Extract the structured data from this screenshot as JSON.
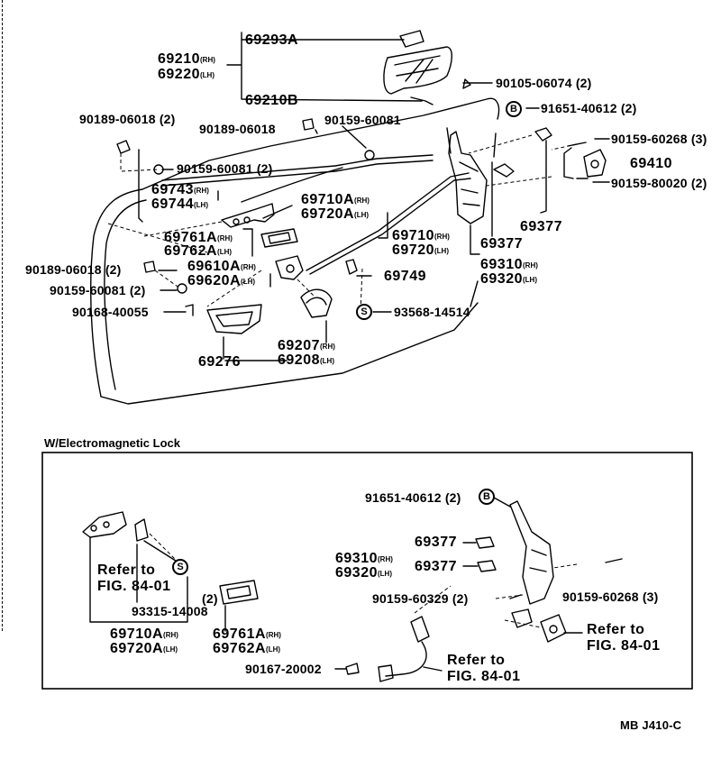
{
  "callouts": {
    "c69210": [
      "69210",
      "(RH)"
    ],
    "c69220": [
      "69220",
      "(LH)"
    ],
    "c69293A": "69293A",
    "c69210B": "69210B",
    "c90105": "90105-06074 (2)",
    "c90189a": "90189-06018 (2)",
    "c90189b": "90189-06018",
    "c90159a": "90159-60081",
    "c91651a": "91651-40612 (2)",
    "c90159b": "90159-60268 (3)",
    "c69410": "69410",
    "c90159c": "90159-80020 (2)",
    "c90159d": "90159-60081 (2)",
    "c69743": [
      "69743",
      "(RH)"
    ],
    "c69744": [
      "69744",
      "(LH)"
    ],
    "c69710Aa": [
      "69710A",
      "(RH)"
    ],
    "c69720Aa": [
      "69720A",
      "(LH)"
    ],
    "c69710a": [
      "69710",
      "(RH)"
    ],
    "c69720a": [
      "69720",
      "(LH)"
    ],
    "c69761Aa": [
      "69761A",
      "(RH)"
    ],
    "c69762Aa": [
      "69762A",
      "(LH)"
    ],
    "c69377a": "69377",
    "c69377b": "69377",
    "c90189c": "90189-06018 (2)",
    "c69610A": [
      "69610A",
      "(RH)"
    ],
    "c69620A": [
      "69620A",
      "(LH)"
    ],
    "c69749": "69749",
    "c69310a": [
      "69310",
      "(RH)"
    ],
    "c69320a": [
      "69320",
      "(LH)"
    ],
    "c90159e": "90159-60081 (2)",
    "c90168": "90168-40055",
    "c93568": "93568-14514",
    "c69207": [
      "69207",
      "(RH)"
    ],
    "c69208": [
      "69208",
      "(LH)"
    ],
    "c69276": "69276",
    "c91651b": "91651-40612 (2)",
    "c69377c": "69377",
    "c69377d": "69377",
    "c69310b": [
      "69310",
      "(RH)"
    ],
    "c69320b": [
      "69320",
      "(LH)"
    ],
    "c90159f": "90159-60329 (2)",
    "c90159g": "90159-60268 (3)",
    "c93315": "93315-14008",
    "c69710Ab": [
      "69710A",
      "(RH)"
    ],
    "c69720Ab": [
      "69720A",
      "(LH)"
    ],
    "c69761Ab": [
      "69761A",
      "(RH)"
    ],
    "c69762Ab": [
      "69762A",
      "(LH)"
    ],
    "c2": "(2)",
    "c90167": "90167-20002",
    "refer1a": "Refer to",
    "refer1b": "FIG. 84-01",
    "refer2a": "Refer to",
    "refer2b": "FIG. 84-01",
    "refer3a": "Refer to",
    "refer3b": "FIG. 84-01"
  },
  "symbols": {
    "B": "B",
    "S": "S"
  },
  "section_title": "W/Electromagnetic Lock",
  "figure_code": "MB J410-C"
}
